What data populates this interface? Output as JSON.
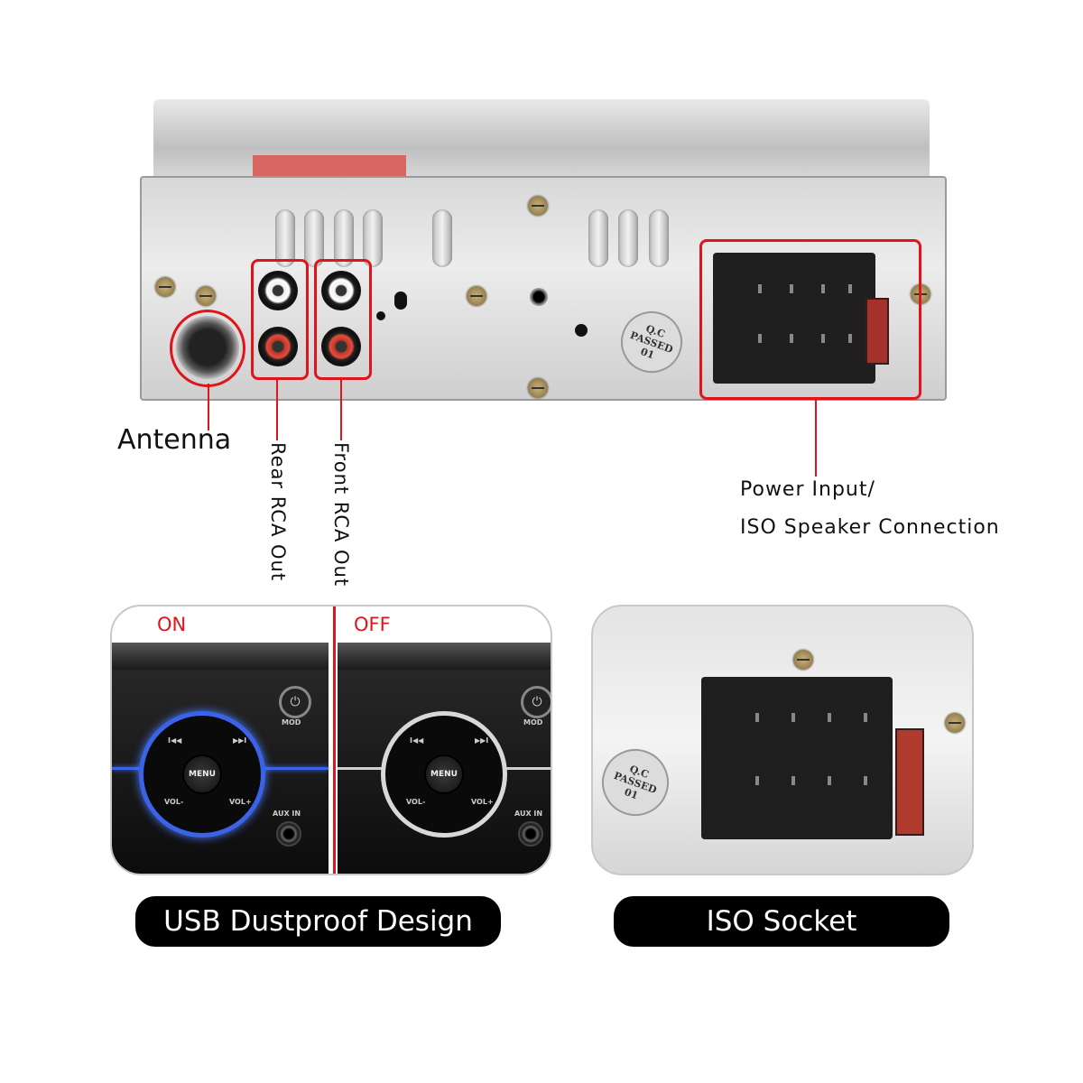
{
  "callouts": {
    "antenna": "Antenna",
    "rear_rca": "Rear RCA Out",
    "front_rca": "Front RCA Out",
    "power_line1": "Power Input/",
    "power_line2": "ISO Speaker Connection"
  },
  "stamp": {
    "line1": "Q.C",
    "line2": "PASSED",
    "line3": "01"
  },
  "usb_panel": {
    "on_label": "ON",
    "off_label": "OFF",
    "menu": "MENU",
    "mod": "MOD",
    "vol_minus": "VOL-",
    "vol_plus": "VOL+",
    "aux_in": "AUX IN",
    "prev": "I◀◀",
    "next": "▶▶I",
    "caption": "USB Dustproof Design"
  },
  "iso_panel": {
    "caption": "ISO Socket"
  },
  "colors": {
    "accent_red": "#e0151b",
    "glow_blue": "#3b63e8",
    "caption_bg": "#000000"
  }
}
